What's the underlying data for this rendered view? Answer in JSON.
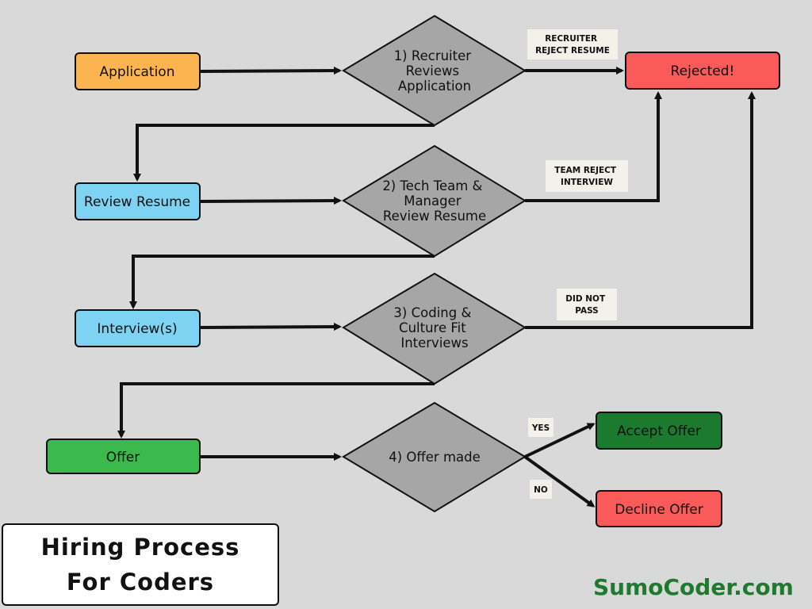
{
  "colors": {
    "background": "#d9d9d9",
    "orange": "#fbb450",
    "blue": "#7ed3f3",
    "green": "#3cb94d",
    "dark_green": "#1c7a2e",
    "red": "#fb5a5a",
    "diamond_gray": "#a6a6a6",
    "tag_bg": "#f4f1ea",
    "brand_green": "#1e7a2e"
  },
  "nodes": {
    "application": "Application",
    "review_resume": "Review Resume",
    "interviews": "Interview(s)",
    "offer": "Offer",
    "rejected": "Rejected!",
    "accept_offer": "Accept Offer",
    "decline_offer": "Decline Offer"
  },
  "decisions": {
    "d1": [
      "1) Recruiter",
      "Reviews",
      "Application"
    ],
    "d2": [
      "2) Tech Team &",
      "Manager",
      "Review Resume"
    ],
    "d3": [
      "3) Coding &",
      "Culture Fit",
      "Interviews"
    ],
    "d4": [
      "4) Offer made"
    ]
  },
  "edge_labels": {
    "recruiter_reject": [
      "RECRUITER",
      "REJECT RESUME"
    ],
    "team_reject": [
      "TEAM REJECT",
      "INTERVIEW"
    ],
    "did_not_pass": [
      "DID NOT",
      "PASS"
    ],
    "yes": "YES",
    "no": "NO"
  },
  "title": [
    "Hiring Process",
    "For Coders"
  ],
  "brand": "SumoCoder.com"
}
